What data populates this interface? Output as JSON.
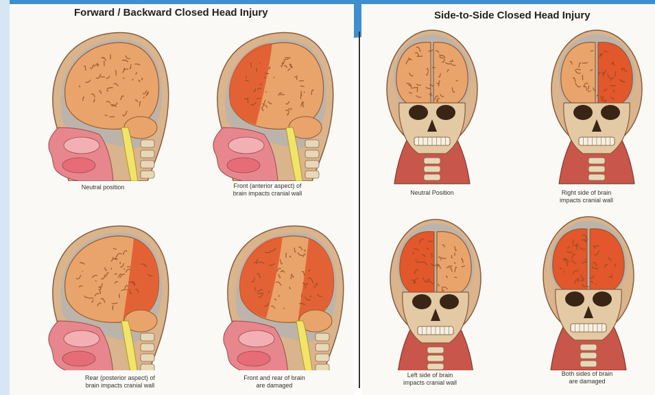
{
  "left_section": {
    "title": "Forward / Backward Closed Head Injury",
    "figures": [
      {
        "caption": "Neutral position",
        "damage": "none"
      },
      {
        "caption": "Front (anterior aspect) of\nbrain impacts cranial wall",
        "damage": "front"
      },
      {
        "caption": "Rear (posterior aspect) of\nbrain impacts cranial wall",
        "damage": "rear"
      },
      {
        "caption": "Front and rear of brain\nare damaged",
        "damage": "both"
      }
    ]
  },
  "right_section": {
    "title": "Side-to-Side Closed Head Injury",
    "figures": [
      {
        "caption": "Neutral Position",
        "damage": "none"
      },
      {
        "caption": "Right side of brain\nimpacts cranial wall",
        "damage": "right"
      },
      {
        "caption": "Left side of brain\nimpacts cranial wall",
        "damage": "left"
      },
      {
        "caption": "Both sides of brain\nare damaged",
        "damage": "both"
      }
    ]
  },
  "colors": {
    "brain_normal": "#e8a46a",
    "brain_damaged": "#e2572b",
    "skull": "#d9b48c",
    "tissue_pink": "#e7868c",
    "spinal_cord": "#f2e36a",
    "slide_blue": "#3f8fd0"
  }
}
